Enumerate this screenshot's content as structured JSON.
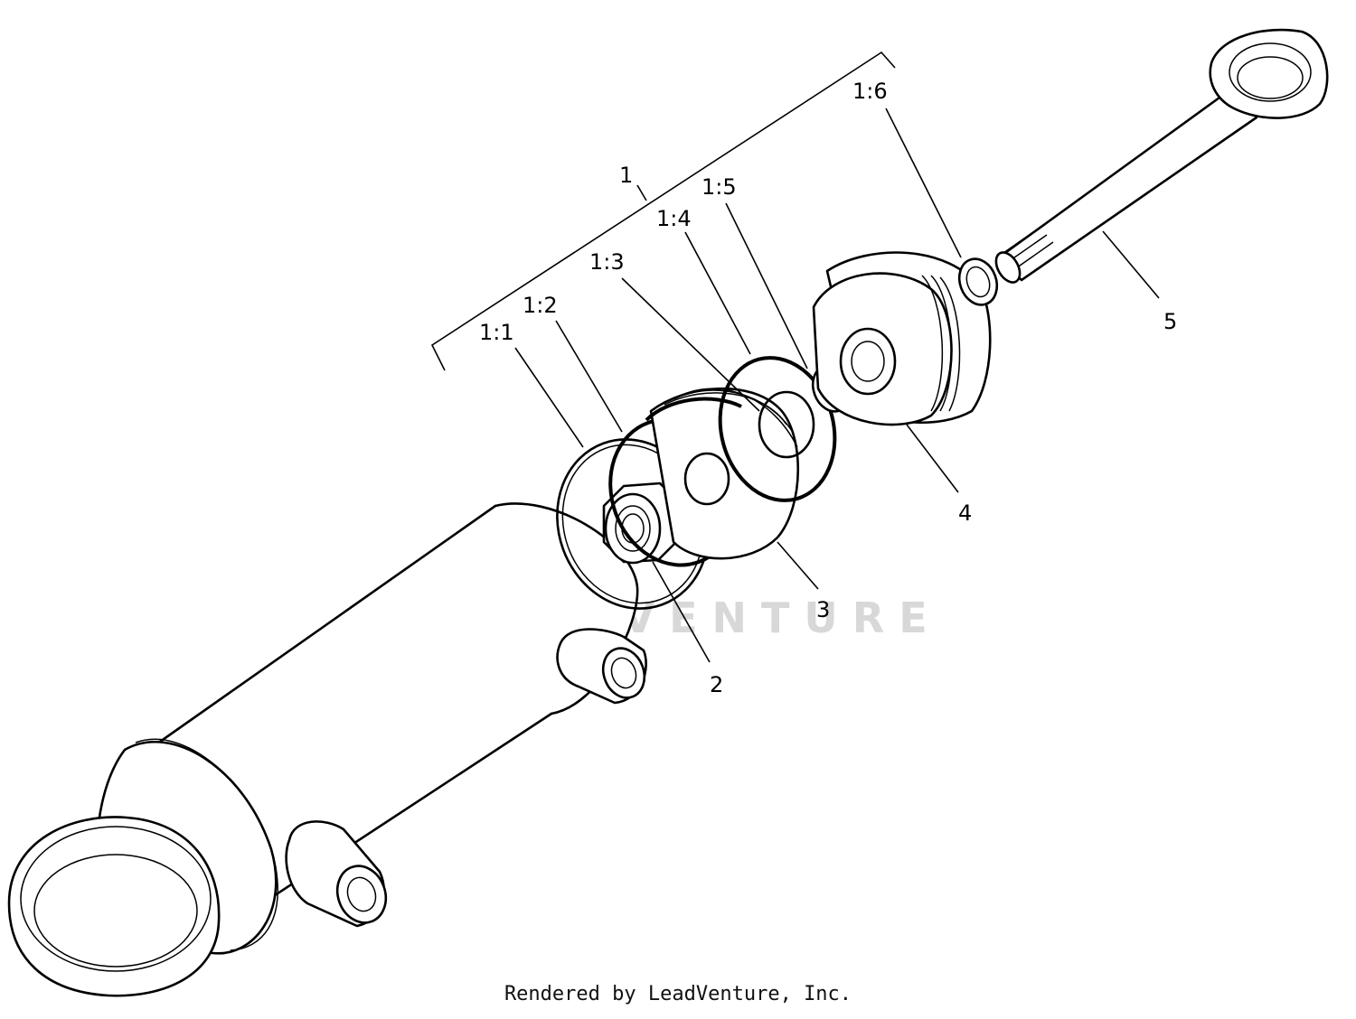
{
  "diagram": {
    "watermark": "LEADVENTURE",
    "callouts": {
      "c1": "1",
      "c1_1": "1:1",
      "c1_2": "1:2",
      "c1_3": "1:3",
      "c1_4": "1:4",
      "c1_5": "1:5",
      "c1_6": "1:6",
      "c2": "2",
      "c3": "3",
      "c4": "4",
      "c5": "5"
    }
  },
  "footer": {
    "credit": "Rendered by LeadVenture, Inc."
  }
}
